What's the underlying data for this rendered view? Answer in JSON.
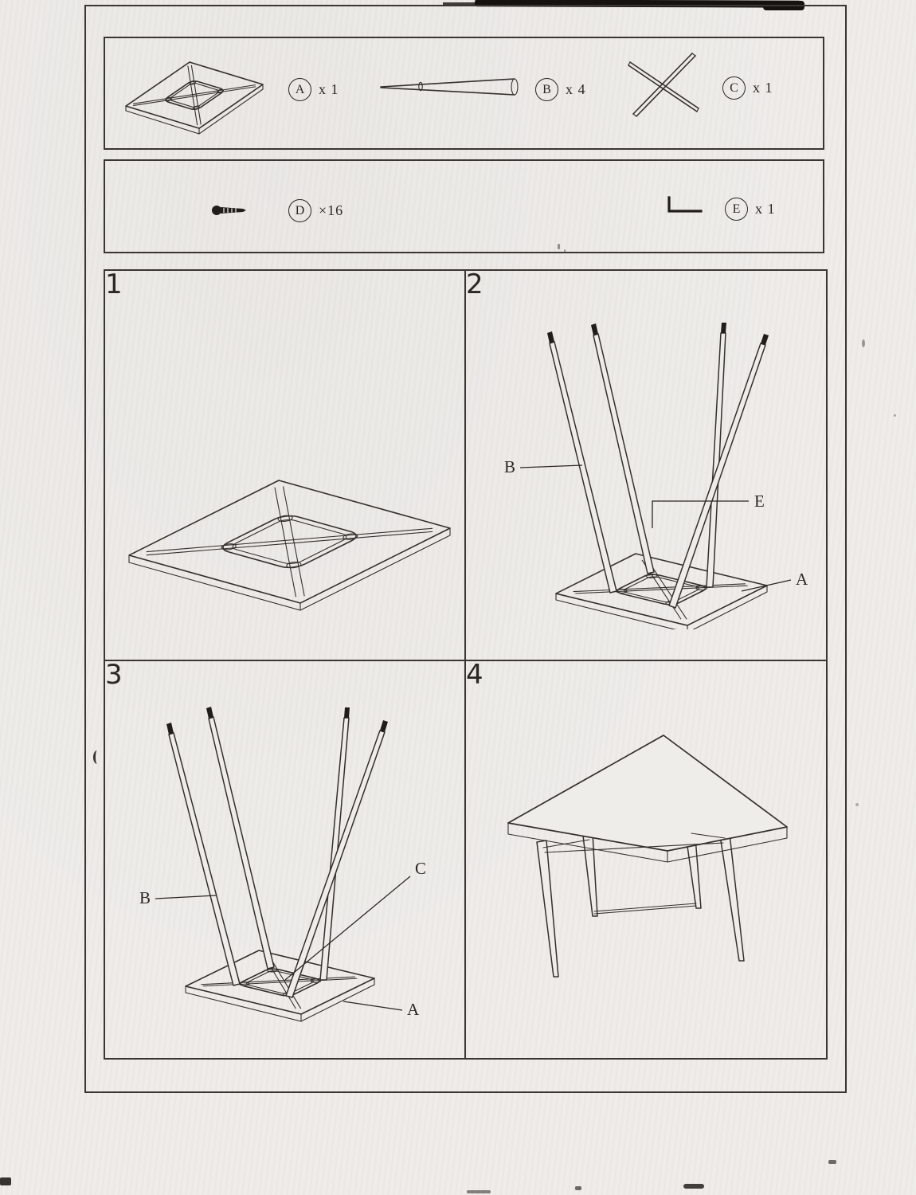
{
  "page": {
    "bg": "#efedea",
    "ink": "#34302c"
  },
  "parts_box_1": {
    "items": [
      {
        "letter": "A",
        "qty": "x 1",
        "icon": "tabletop-icon"
      },
      {
        "letter": "B",
        "qty": "x 4",
        "icon": "table-leg-icon"
      },
      {
        "letter": "C",
        "qty": "x 1",
        "icon": "cross-brace-icon"
      }
    ]
  },
  "parts_box_2": {
    "items": [
      {
        "letter": "D",
        "qty": "×16",
        "icon": "screw-icon"
      },
      {
        "letter": "E",
        "qty": "x 1",
        "icon": "allen-key-icon"
      }
    ]
  },
  "steps": [
    {
      "number": "1",
      "labels": {}
    },
    {
      "number": "2",
      "labels": {
        "b": "B",
        "e": "E",
        "a": "A"
      }
    },
    {
      "number": "3",
      "labels": {
        "b": "B",
        "c": "C",
        "a": "A"
      }
    },
    {
      "number": "4",
      "labels": {}
    }
  ]
}
